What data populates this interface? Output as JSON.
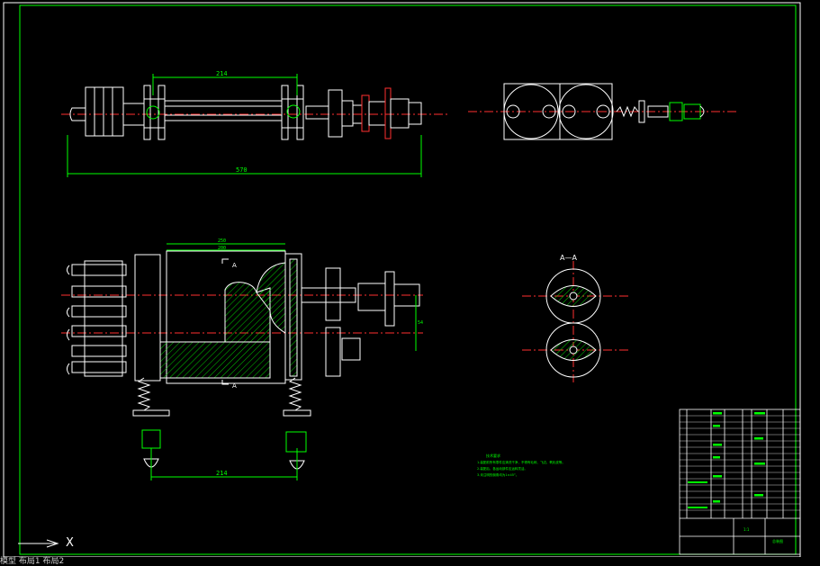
{
  "drawing": {
    "top_view": {
      "dim_upper": "214",
      "dim_lower": "570"
    },
    "front_view": {
      "dim_top_1": "250",
      "dim_top_2": "200",
      "dim_bottom": "214",
      "dim_right": "54",
      "section_mark": "A"
    },
    "section_view": {
      "label": "A—A"
    },
    "tech_notes": {
      "title": "技术要求",
      "lines": [
        "1.装配前所有零件应清洗干净，不得有毛刺、飞边、氧化皮等。",
        "2.装配后，各运动部件应运转灵活。",
        "3.未注明的倒角均为1×45°。"
      ]
    },
    "title_block": {
      "drawing_name": "总装图",
      "scale": "1:1"
    }
  },
  "status_bar": {
    "text": "模型 布局1 布局2"
  },
  "ucs": {
    "label": "X"
  },
  "colors": {
    "background": "#000000",
    "lines": "#ffffff",
    "center": "#ff3030",
    "dims": "#00ff00",
    "hatch": "#00ff00",
    "frame": "#00ff00"
  }
}
